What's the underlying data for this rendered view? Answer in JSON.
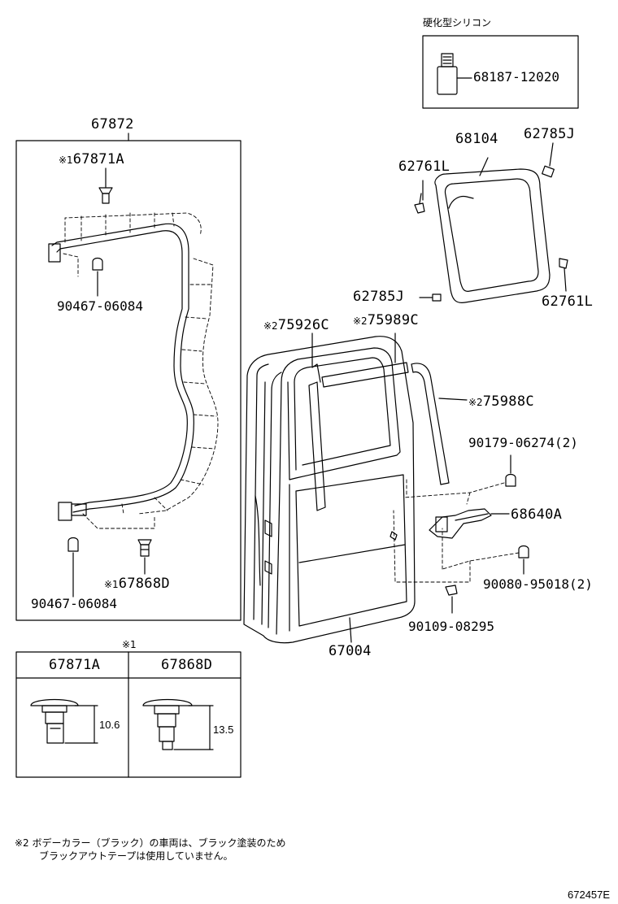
{
  "silicone_box": {
    "header": "硬化型シリコン",
    "part": "68187-12020"
  },
  "left_group": {
    "assembly": "67872",
    "clip_top": {
      "mark": "※1",
      "part": "67871A"
    },
    "bolt_upper": "90467-06084",
    "bolt_lower": "90467-06084",
    "clip_bottom": {
      "mark": "※1",
      "part": "67868D"
    }
  },
  "window_group": {
    "glass": "68104",
    "top_right_clip": "62785J",
    "top_left_clip": "62761L",
    "lower_clip": "62785J",
    "lower_right_clip": "62761L"
  },
  "door_group": {
    "tape_a": {
      "mark": "※2",
      "part": "75926C"
    },
    "tape_b": {
      "mark": "※2",
      "part": "75989C"
    },
    "tape_c": {
      "mark": "※2",
      "part": "75988C"
    },
    "screw_a": "90179-06274(2)",
    "check": "68640A",
    "screw_b": "90080-95018(2)",
    "bolt": "90109-08295",
    "door_panel": "67004"
  },
  "detail_table": {
    "mark": "※1",
    "columns": [
      {
        "part": "67871A",
        "dimension": "10.6"
      },
      {
        "part": "67868D",
        "dimension": "13.5"
      }
    ]
  },
  "footnote": {
    "line1": "※2 ボデーカラー（ブラック）の車両は、ブラック塗装のため",
    "line2": "ブラックアウトテープは使用していません。"
  },
  "figure_id": "672457E"
}
